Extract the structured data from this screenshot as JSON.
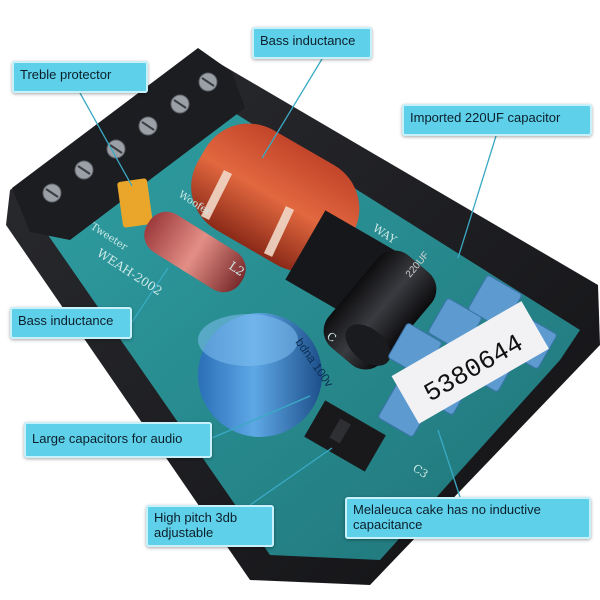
{
  "product": {
    "model_marking": "WEAH-2002",
    "capacitor_label": "5380644",
    "pcb_mark_l2": "L2",
    "pcb_mark_c3": "C3",
    "pcb_mark_c": "C",
    "pcb_mark_way": "WAY",
    "pcb_mark_tweeter": "Tweeter",
    "pcb_mark_woofer": "Woofer",
    "cap_print_blue": "bdna 100v",
    "cap_print_black": "220UF"
  },
  "callouts": {
    "bass_top": "Bass inductance",
    "treble": "Treble protector",
    "capacitor_220": "Imported 220UF capacitor",
    "bass_left": "Bass inductance",
    "large_caps": "Large capacitors for audio",
    "high_pitch": "High pitch 3db adjustable",
    "melaleuca": "Melaleuca cake has no inductive capacitance"
  },
  "colors": {
    "callout_bg": "#5fd0ea",
    "leader": "#3aa9c4",
    "pcb": "#2a8f95",
    "housing": "#1b1c1f"
  }
}
